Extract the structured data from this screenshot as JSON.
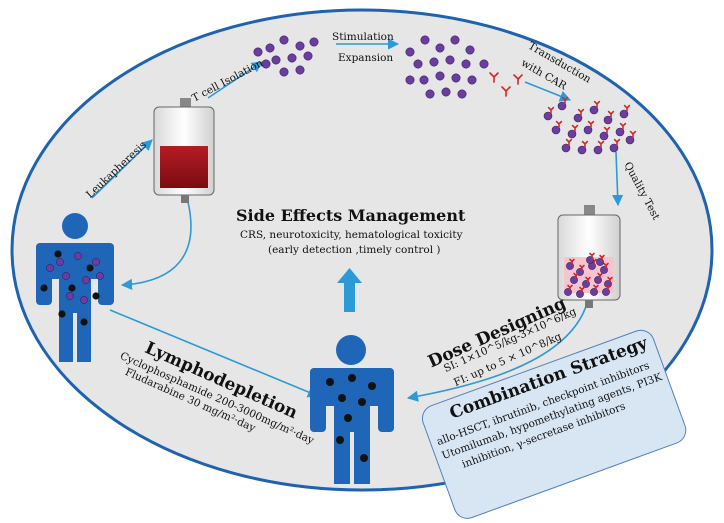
{
  "labels": {
    "leukapheresis": "Leukapheresis",
    "t_cell_isolation": "T cell Isolation",
    "stimulation": "Stimulation",
    "expansion": "Expansion",
    "transduction_line1": "Transduction",
    "transduction_line2": "with CAR",
    "quality_test": "Quality Test",
    "side_effects_title": "Side Effects Management",
    "side_effects_line1": "CRS, neurotoxicity, hematological toxicity",
    "side_effects_line2": "(early detection ,timely control )",
    "dose_title": "Dose Designing",
    "dose_line1": "SI: 1×10^5/kg-3×10^6/kg",
    "dose_line2": "FI: up to 5 × 10^8/kg",
    "lymphodepletion_title": "Lymphodepletion",
    "lymphodepletion_line1": "Cyclophosphamide 200-3000mg/m²·day",
    "lymphodepletion_line2": "Fludarabine 30 mg/m²·day",
    "combination_title": "Combination Strategy",
    "combination_line1": "allo-HSCT, ibrutinib, checkpoint inhibitors",
    "combination_line2": "Utomilumab, hypomethylating agents, PI3K",
    "combination_line3": "inhibition, γ-secretase inhibitors"
  },
  "colors": {
    "oval_fill": "#e6e6e6",
    "oval_border": "#1e62b0",
    "arrow": "#2c9ad6",
    "person": "#1f66b8",
    "cell": "#6a3d9e",
    "car_receptor": "#d62828",
    "blood": "#a3141c",
    "bag_fill_pink": "#f3c6cf",
    "combination_box": "#d8e6f4",
    "combination_border": "#4f81bd"
  },
  "icons": [
    "person-icon",
    "blood-bag-icon",
    "t-cell-icon",
    "car-receptor-icon",
    "arrow-icon"
  ]
}
